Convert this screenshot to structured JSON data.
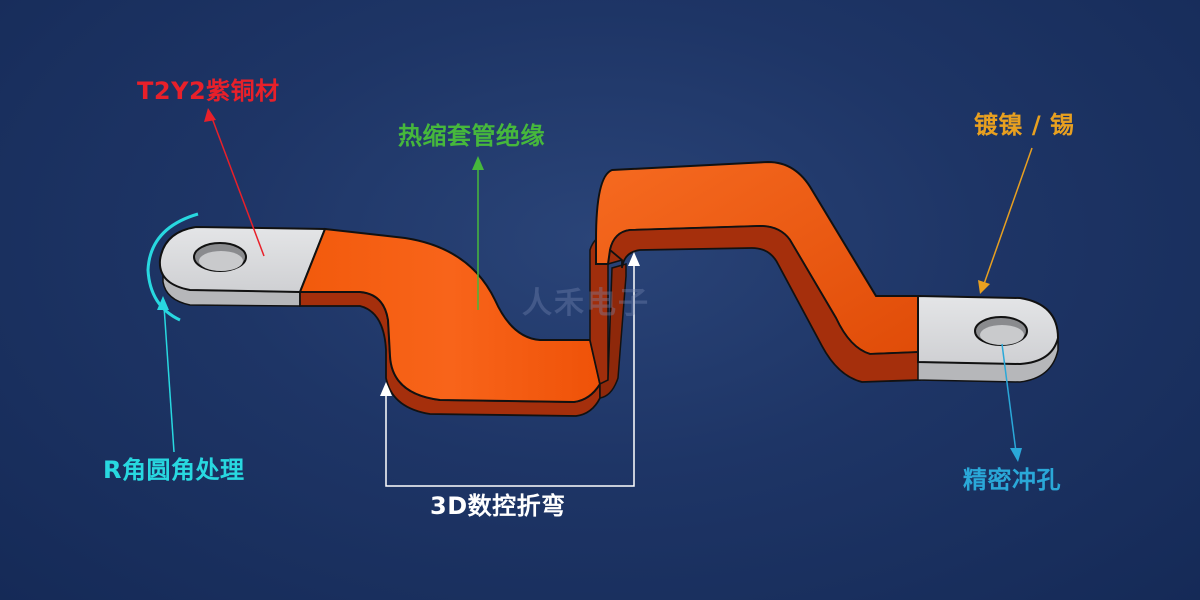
{
  "colors": {
    "material": "#e8202a",
    "sleeve": "#46b83c",
    "plating": "#e8a020",
    "corner": "#28d8e0",
    "punch": "#2aa8d8",
    "bend": "#ffffff",
    "copper_top": "#f55a10",
    "copper_side": "#a83010",
    "lug_top": "#d9dadc",
    "lug_side": "#b8b9bc"
  },
  "labels": {
    "material": "T2Y2紫铜材",
    "sleeve": "热缩套管绝缘",
    "plating": "镀镍 / 锡",
    "corner": "R角圆角处理",
    "punch": "精密冲孔",
    "bend": "3D数控折弯"
  },
  "watermark": "人禾电子",
  "icons": {
    "arrow": "arrowhead-icon",
    "hole": "mounting-hole-icon"
  }
}
